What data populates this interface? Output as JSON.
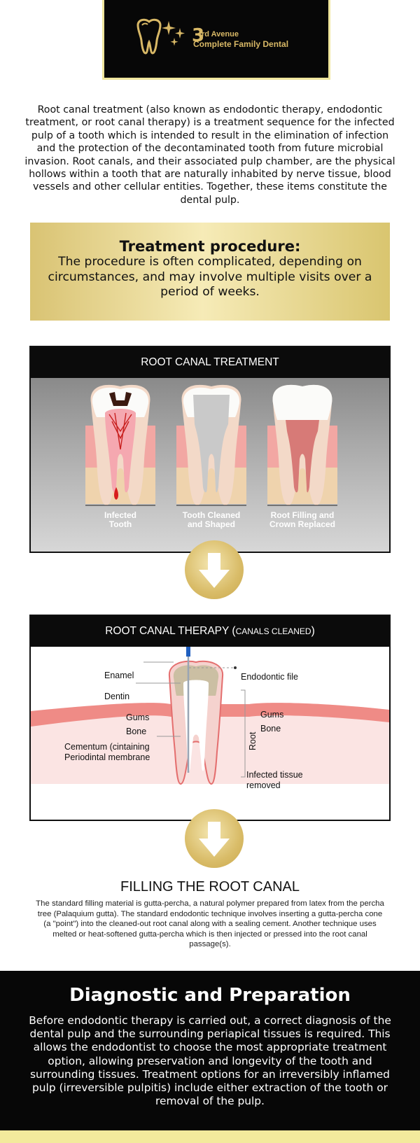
{
  "logo": {
    "number": "3",
    "line1": "rd Avenue",
    "line2": "Complete Family Dental"
  },
  "intro": "Root canal treatment (also known as endodontic therapy, endodontic treatment, or root canal therapy) is a treatment sequence for the infected pulp of a tooth which is intended to result in the elimination of infection and the protection of the decontaminated tooth from future microbial invasion. Root canals, and their associated pulp chamber, are the physical hollows within a tooth that are naturally inhabited by nerve tissue, blood vessels and other cellular entities. Together, these items constitute the dental pulp.",
  "procedure": {
    "title": "Treatment procedure:",
    "text": "The procedure is often complicated, depending on circumstances, and may involve multiple visits over a period of weeks."
  },
  "panel1": {
    "title": "ROOT CANAL TREATMENT",
    "teeth": [
      {
        "line1": "Infected",
        "line2": "Tooth"
      },
      {
        "line1": "Tooth Cleaned",
        "line2": "and Shaped"
      },
      {
        "line1": "Root Filling and",
        "line2": "Crown Replaced"
      }
    ]
  },
  "panel2": {
    "title_main": "ROOT CANAL THERAPY (",
    "title_small": "CANALS CLEANED",
    "title_end": ")",
    "labels": {
      "enamel": "Enamel",
      "dentin": "Dentin",
      "gums_left": "Gums",
      "bone_left": "Bone",
      "cementum1": "Cementum (cintaining",
      "cementum2": "Periodintal membrane",
      "endo_file": "Endodontic file",
      "gums_right": "Gums",
      "bone_right": "Bone",
      "root": "Root",
      "infected1": "Infected tissue",
      "infected2": "removed"
    }
  },
  "filling": {
    "title": "FILLING THE ROOT CANAL",
    "text": "The standard filling material is gutta-percha, a natural polymer prepared from latex from the percha tree (Palaquium gutta). The standard endodontic technique involves inserting a gutta-percha cone (a \"point\") into the cleaned-out root canal along with a sealing cement. Another technique uses melted or heat-softened gutta-percha which is then injected or pressed into the root canal passage(s)."
  },
  "diagnostic": {
    "title": "Diagnostic and Preparation",
    "text": "Before endodontic therapy is carried out, a correct diagnosis of the dental pulp and the surrounding periapical tissues is required. This allows the endodontist to choose the most appropriate treatment option, allowing preservation and longevity of the tooth and surrounding tissues. Treatment options for an irreversibly inflamed pulp (irreversible pulpitis) include either extraction of the tooth or removal of the pulp."
  },
  "colors": {
    "gold": "#d9bc68",
    "black": "#070707",
    "gum": "#ef8b86",
    "bone": "#f8e1e0"
  }
}
